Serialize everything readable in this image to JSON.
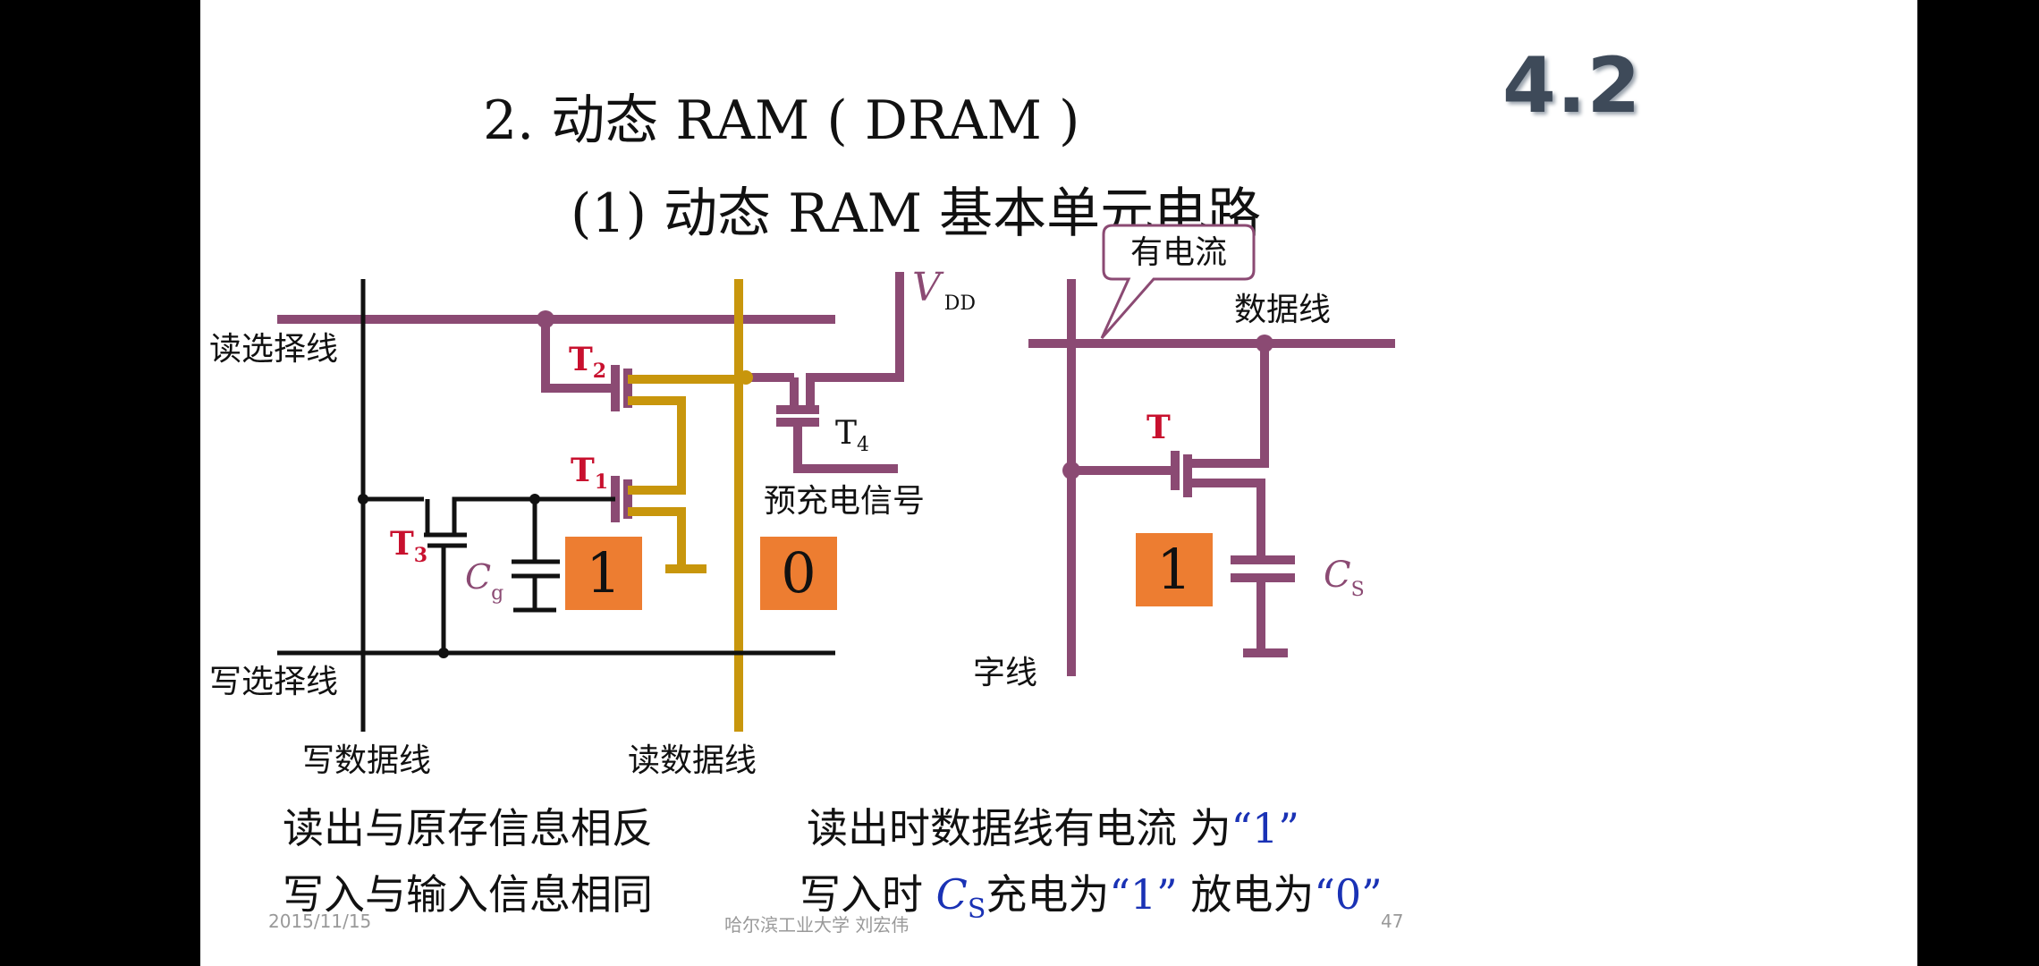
{
  "title": "2. 动态 RAM ( DRAM )",
  "subtitle": "(1)  动态 RAM 基本单元电路",
  "section_number": "4.2",
  "left_circuit": {
    "read_select_line": "读选择线",
    "write_select_line": "写选择线",
    "write_data_line": "写数据线",
    "read_data_line": "读数据线",
    "t1": "T",
    "t1_sub": "1",
    "t2": "T",
    "t2_sub": "2",
    "t3": "T",
    "t3_sub": "3",
    "t4": "T",
    "t4_sub": "4",
    "vdd": "V",
    "vdd_sub": "DD",
    "cg": "C",
    "cg_sub": "g",
    "precharge_signal": "预充电信号",
    "box_left_value": "1",
    "box_right_value": "0"
  },
  "right_circuit": {
    "callout": "有电流",
    "data_line": "数据线",
    "word_line": "字线",
    "t": "T",
    "cs": "C",
    "cs_sub": "S",
    "box_value": "1"
  },
  "bottom_text": {
    "line1_left": "读出与原存信息相反",
    "line1_right_prefix": "读出时数据线有电流 为",
    "line1_right_value": "“1”",
    "line2_left": "写入与输入信息相同",
    "line2_right_prefix": "写入时",
    "line2_cs": "C",
    "line2_cs_sub": "S",
    "line2_charge": "充电为",
    "line2_charge_value": "“1”",
    "line2_discharge": "放电为",
    "line2_discharge_value": "“0”"
  },
  "footer": {
    "date": "2015/11/15",
    "author": "哈尔滨工业大学  刘宏伟",
    "page": "47"
  },
  "colors": {
    "wire_purple": "#8b4a73",
    "wire_gold": "#c8960c",
    "box_orange": "#ed7d31",
    "label_red": "#c8102e",
    "label_blue": "#1a32b5"
  }
}
